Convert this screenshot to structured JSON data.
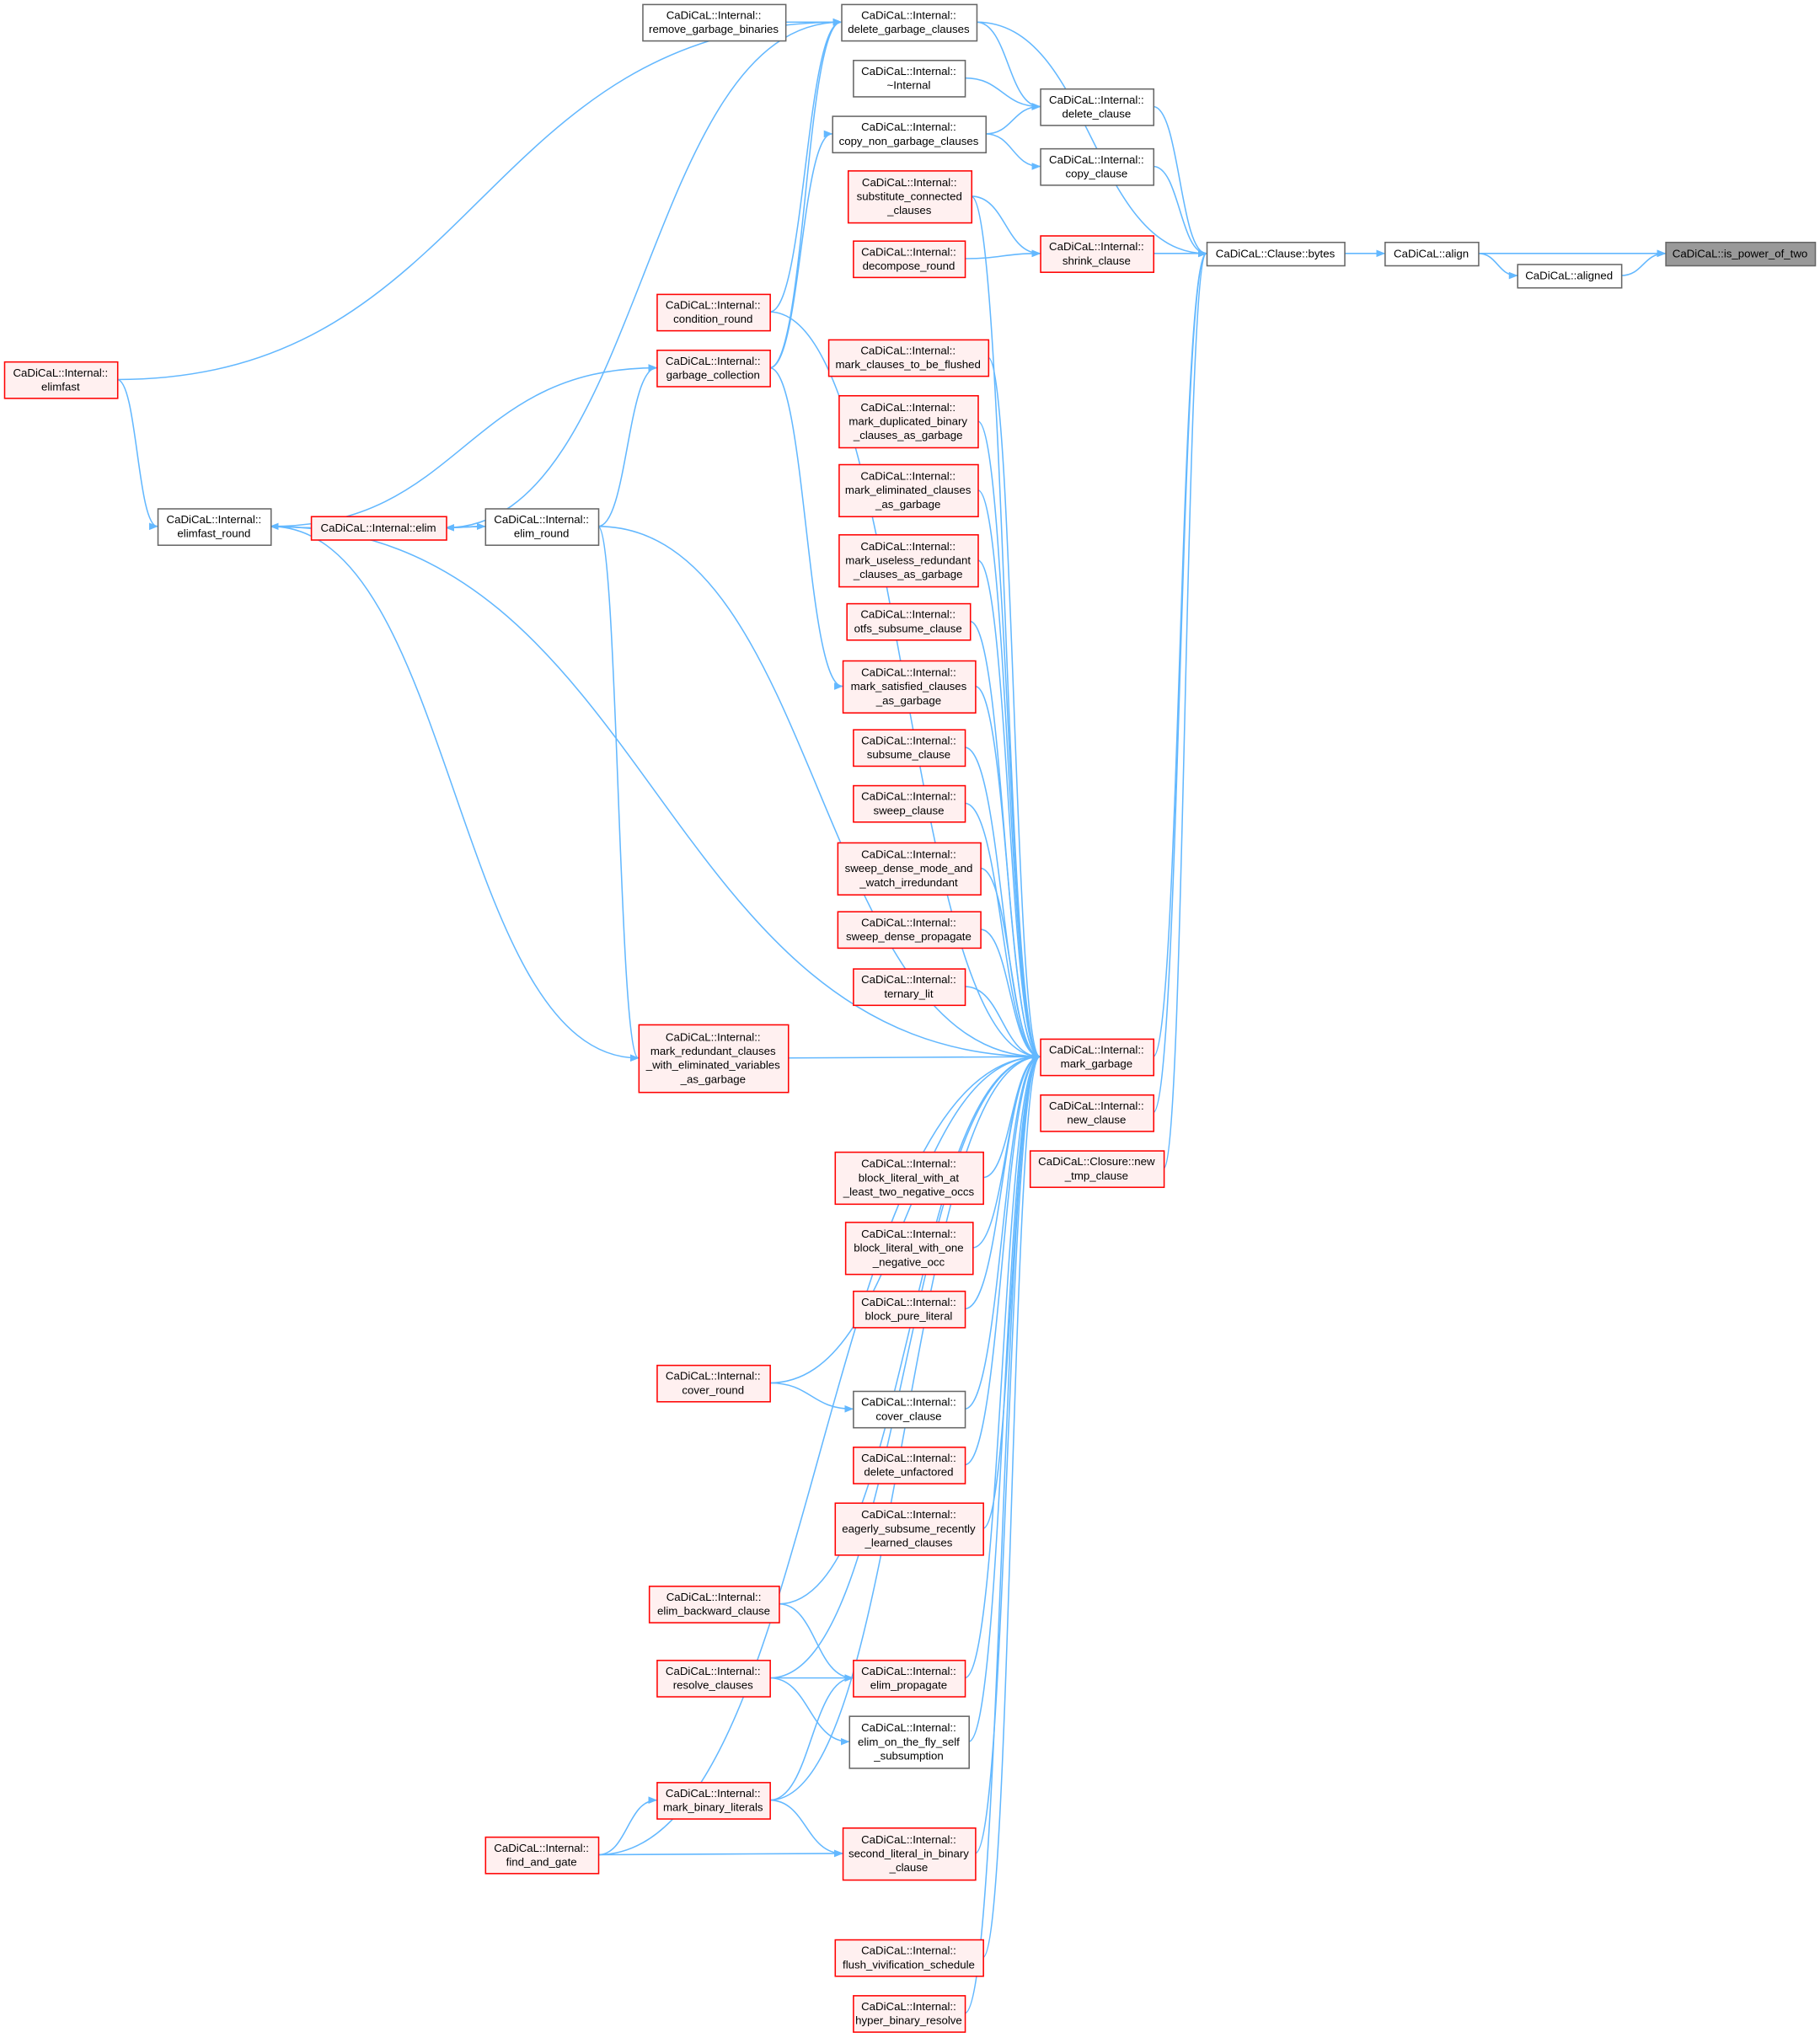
{
  "colors": {
    "edge": "#63b8ff",
    "border_normal": "#666666",
    "border_red": "#ff0000",
    "fill_normal": "#ffffff",
    "fill_red": "#fff0f0",
    "fill_focus": "#999999"
  },
  "nodes": [
    {
      "id": "is_power_of_two",
      "lines": [
        "CaDiCaL::is_power_of_two"
      ],
      "style": "focus"
    },
    {
      "id": "align",
      "lines": [
        "CaDiCaL::align"
      ],
      "style": "normal"
    },
    {
      "id": "aligned",
      "lines": [
        "CaDiCaL::aligned"
      ],
      "style": "normal"
    },
    {
      "id": "bytes",
      "lines": [
        "CaDiCaL::Clause::bytes"
      ],
      "style": "normal"
    },
    {
      "id": "delete_garbage_clauses",
      "lines": [
        "CaDiCaL::Internal::",
        "delete_garbage_clauses"
      ],
      "style": "normal"
    },
    {
      "id": "remove_garbage_binaries",
      "lines": [
        "CaDiCaL::Internal::",
        "remove_garbage_binaries"
      ],
      "style": "normal"
    },
    {
      "id": "dtor_internal",
      "lines": [
        "CaDiCaL::Internal::",
        "~Internal"
      ],
      "style": "normal"
    },
    {
      "id": "delete_clause",
      "lines": [
        "CaDiCaL::Internal::",
        "delete_clause"
      ],
      "style": "normal"
    },
    {
      "id": "copy_non_garbage_clauses",
      "lines": [
        "CaDiCaL::Internal::",
        "copy_non_garbage_clauses"
      ],
      "style": "normal"
    },
    {
      "id": "copy_clause",
      "lines": [
        "CaDiCaL::Internal::",
        "copy_clause"
      ],
      "style": "normal"
    },
    {
      "id": "substitute_connected_clauses",
      "lines": [
        "CaDiCaL::Internal::",
        "substitute_connected",
        "_clauses"
      ],
      "style": "red"
    },
    {
      "id": "shrink_clause",
      "lines": [
        "CaDiCaL::Internal::",
        "shrink_clause"
      ],
      "style": "red"
    },
    {
      "id": "decompose_round",
      "lines": [
        "CaDiCaL::Internal::",
        "decompose_round"
      ],
      "style": "red"
    },
    {
      "id": "condition_round",
      "lines": [
        "CaDiCaL::Internal::",
        "condition_round"
      ],
      "style": "red"
    },
    {
      "id": "mark_clauses_to_be_flushed",
      "lines": [
        "CaDiCaL::Internal::",
        "mark_clauses_to_be_flushed"
      ],
      "style": "red"
    },
    {
      "id": "garbage_collection",
      "lines": [
        "CaDiCaL::Internal::",
        "garbage_collection"
      ],
      "style": "red"
    },
    {
      "id": "elimfast",
      "lines": [
        "CaDiCaL::Internal::",
        "elimfast"
      ],
      "style": "red"
    },
    {
      "id": "mark_duplicated_binary",
      "lines": [
        "CaDiCaL::Internal::",
        "mark_duplicated_binary",
        "_clauses_as_garbage"
      ],
      "style": "red"
    },
    {
      "id": "mark_eliminated_clauses",
      "lines": [
        "CaDiCaL::Internal::",
        "mark_eliminated_clauses",
        "_as_garbage"
      ],
      "style": "red"
    },
    {
      "id": "elimfast_round",
      "lines": [
        "CaDiCaL::Internal::",
        "elimfast_round"
      ],
      "style": "normal"
    },
    {
      "id": "elim",
      "lines": [
        "CaDiCaL::Internal::elim"
      ],
      "style": "red"
    },
    {
      "id": "elim_round",
      "lines": [
        "CaDiCaL::Internal::",
        "elim_round"
      ],
      "style": "normal"
    },
    {
      "id": "mark_useless_redundant",
      "lines": [
        "CaDiCaL::Internal::",
        "mark_useless_redundant",
        "_clauses_as_garbage"
      ],
      "style": "red"
    },
    {
      "id": "otfs_subsume_clause",
      "lines": [
        "CaDiCaL::Internal::",
        "otfs_subsume_clause"
      ],
      "style": "red"
    },
    {
      "id": "mark_satisfied_clauses",
      "lines": [
        "CaDiCaL::Internal::",
        "mark_satisfied_clauses",
        "_as_garbage"
      ],
      "style": "red"
    },
    {
      "id": "subsume_clause",
      "lines": [
        "CaDiCaL::Internal::",
        "subsume_clause"
      ],
      "style": "red"
    },
    {
      "id": "sweep_clause",
      "lines": [
        "CaDiCaL::Internal::",
        "sweep_clause"
      ],
      "style": "red"
    },
    {
      "id": "sweep_dense_mode",
      "lines": [
        "CaDiCaL::Internal::",
        "sweep_dense_mode_and",
        "_watch_irredundant"
      ],
      "style": "red"
    },
    {
      "id": "sweep_dense_propagate",
      "lines": [
        "CaDiCaL::Internal::",
        "sweep_dense_propagate"
      ],
      "style": "red"
    },
    {
      "id": "ternary_lit",
      "lines": [
        "CaDiCaL::Internal::",
        "ternary_lit"
      ],
      "style": "red"
    },
    {
      "id": "mark_garbage",
      "lines": [
        "CaDiCaL::Internal::",
        "mark_garbage"
      ],
      "style": "red"
    },
    {
      "id": "mark_redundant_elim_vars",
      "lines": [
        "CaDiCaL::Internal::",
        "mark_redundant_clauses",
        "_with_eliminated_variables",
        "_as_garbage"
      ],
      "style": "red"
    },
    {
      "id": "new_clause",
      "lines": [
        "CaDiCaL::Internal::",
        "new_clause"
      ],
      "style": "red"
    },
    {
      "id": "new_tmp_clause",
      "lines": [
        "CaDiCaL::Closure::new",
        "_tmp_clause"
      ],
      "style": "red"
    },
    {
      "id": "block_two_neg",
      "lines": [
        "CaDiCaL::Internal::",
        "block_literal_with_at",
        "_least_two_negative_occs"
      ],
      "style": "red"
    },
    {
      "id": "block_one_neg",
      "lines": [
        "CaDiCaL::Internal::",
        "block_literal_with_one",
        "_negative_occ"
      ],
      "style": "red"
    },
    {
      "id": "block_pure_literal",
      "lines": [
        "CaDiCaL::Internal::",
        "block_pure_literal"
      ],
      "style": "red"
    },
    {
      "id": "cover_round",
      "lines": [
        "CaDiCaL::Internal::",
        "cover_round"
      ],
      "style": "red"
    },
    {
      "id": "cover_clause",
      "lines": [
        "CaDiCaL::Internal::",
        "cover_clause"
      ],
      "style": "normal"
    },
    {
      "id": "delete_unfactored",
      "lines": [
        "CaDiCaL::Internal::",
        "delete_unfactored"
      ],
      "style": "red"
    },
    {
      "id": "eagerly_subsume",
      "lines": [
        "CaDiCaL::Internal::",
        "eagerly_subsume_recently",
        "_learned_clauses"
      ],
      "style": "red"
    },
    {
      "id": "elim_backward_clause",
      "lines": [
        "CaDiCaL::Internal::",
        "elim_backward_clause"
      ],
      "style": "red"
    },
    {
      "id": "resolve_clauses",
      "lines": [
        "CaDiCaL::Internal::",
        "resolve_clauses"
      ],
      "style": "red"
    },
    {
      "id": "elim_propagate",
      "lines": [
        "CaDiCaL::Internal::",
        "elim_propagate"
      ],
      "style": "red"
    },
    {
      "id": "elim_otf_self_subsumption",
      "lines": [
        "CaDiCaL::Internal::",
        "elim_on_the_fly_self",
        "_subsumption"
      ],
      "style": "normal"
    },
    {
      "id": "mark_binary_literals",
      "lines": [
        "CaDiCaL::Internal::",
        "mark_binary_literals"
      ],
      "style": "red"
    },
    {
      "id": "find_and_gate",
      "lines": [
        "CaDiCaL::Internal::",
        "find_and_gate"
      ],
      "style": "red"
    },
    {
      "id": "second_literal_in_binary",
      "lines": [
        "CaDiCaL::Internal::",
        "second_literal_in_binary",
        "_clause"
      ],
      "style": "red"
    },
    {
      "id": "flush_vivification_schedule",
      "lines": [
        "CaDiCaL::Internal::",
        "flush_vivification_schedule"
      ],
      "style": "red"
    },
    {
      "id": "hyper_binary_resolve",
      "lines": [
        "CaDiCaL::Internal::",
        "hyper_binary_resolve"
      ],
      "style": "red"
    }
  ],
  "edges": [
    [
      "align",
      "is_power_of_two"
    ],
    [
      "aligned",
      "is_power_of_two"
    ],
    [
      "align",
      "aligned"
    ],
    [
      "bytes",
      "align"
    ],
    [
      "delete_garbage_clauses",
      "bytes"
    ],
    [
      "delete_clause",
      "bytes"
    ],
    [
      "copy_clause",
      "bytes"
    ],
    [
      "shrink_clause",
      "bytes"
    ],
    [
      "mark_garbage",
      "bytes"
    ],
    [
      "new_clause",
      "bytes"
    ],
    [
      "new_tmp_clause",
      "bytes"
    ],
    [
      "remove_garbage_binaries",
      "delete_garbage_clauses"
    ],
    [
      "delete_garbage_clauses",
      "delete_clause"
    ],
    [
      "dtor_internal",
      "delete_clause"
    ],
    [
      "copy_non_garbage_clauses",
      "delete_clause"
    ],
    [
      "copy_non_garbage_clauses",
      "copy_clause"
    ],
    [
      "substitute_connected_clauses",
      "shrink_clause"
    ],
    [
      "decompose_round",
      "shrink_clause"
    ],
    [
      "elimfast",
      "delete_garbage_clauses"
    ],
    [
      "elim",
      "delete_garbage_clauses"
    ],
    [
      "condition_round",
      "delete_garbage_clauses"
    ],
    [
      "garbage_collection",
      "delete_garbage_clauses"
    ],
    [
      "garbage_collection",
      "copy_non_garbage_clauses"
    ],
    [
      "elimfast_round",
      "garbage_collection"
    ],
    [
      "elim_round",
      "garbage_collection"
    ],
    [
      "garbage_collection",
      "mark_satisfied_clauses"
    ],
    [
      "elimfast",
      "elimfast_round"
    ],
    [
      "elim",
      "elimfast_round"
    ],
    [
      "elim_round",
      "elim"
    ],
    [
      "elim",
      "elim_round"
    ],
    [
      "elimfast_round",
      "mark_redundant_elim_vars"
    ],
    [
      "elim_round",
      "mark_redundant_elim_vars"
    ],
    [
      "substitute_connected_clauses",
      "mark_garbage"
    ],
    [
      "condition_round",
      "mark_garbage"
    ],
    [
      "mark_clauses_to_be_flushed",
      "mark_garbage"
    ],
    [
      "mark_duplicated_binary",
      "mark_garbage"
    ],
    [
      "mark_eliminated_clauses",
      "mark_garbage"
    ],
    [
      "mark_useless_redundant",
      "mark_garbage"
    ],
    [
      "otfs_subsume_clause",
      "mark_garbage"
    ],
    [
      "mark_satisfied_clauses",
      "mark_garbage"
    ],
    [
      "subsume_clause",
      "mark_garbage"
    ],
    [
      "sweep_clause",
      "mark_garbage"
    ],
    [
      "sweep_dense_mode",
      "mark_garbage"
    ],
    [
      "sweep_dense_propagate",
      "mark_garbage"
    ],
    [
      "ternary_lit",
      "mark_garbage"
    ],
    [
      "elim_round",
      "mark_garbage"
    ],
    [
      "elimfast_round",
      "mark_garbage"
    ],
    [
      "mark_redundant_elim_vars",
      "mark_garbage"
    ],
    [
      "block_two_neg",
      "mark_garbage"
    ],
    [
      "block_one_neg",
      "mark_garbage"
    ],
    [
      "block_pure_literal",
      "mark_garbage"
    ],
    [
      "cover_round",
      "mark_garbage"
    ],
    [
      "cover_clause",
      "mark_garbage"
    ],
    [
      "delete_unfactored",
      "mark_garbage"
    ],
    [
      "eagerly_subsume",
      "mark_garbage"
    ],
    [
      "elim_backward_clause",
      "mark_garbage"
    ],
    [
      "resolve_clauses",
      "mark_garbage"
    ],
    [
      "elim_propagate",
      "mark_garbage"
    ],
    [
      "elim_otf_self_subsumption",
      "mark_garbage"
    ],
    [
      "mark_binary_literals",
      "mark_garbage"
    ],
    [
      "second_literal_in_binary",
      "mark_garbage"
    ],
    [
      "find_and_gate",
      "mark_garbage"
    ],
    [
      "flush_vivification_schedule",
      "mark_garbage"
    ],
    [
      "hyper_binary_resolve",
      "mark_garbage"
    ],
    [
      "cover_round",
      "cover_clause"
    ],
    [
      "elim_backward_clause",
      "elim_propagate"
    ],
    [
      "resolve_clauses",
      "elim_propagate"
    ],
    [
      "mark_binary_literals",
      "elim_propagate"
    ],
    [
      "resolve_clauses",
      "elim_otf_self_subsumption"
    ],
    [
      "find_and_gate",
      "mark_binary_literals"
    ],
    [
      "mark_binary_literals",
      "second_literal_in_binary"
    ],
    [
      "find_and_gate",
      "second_literal_in_binary"
    ]
  ]
}
